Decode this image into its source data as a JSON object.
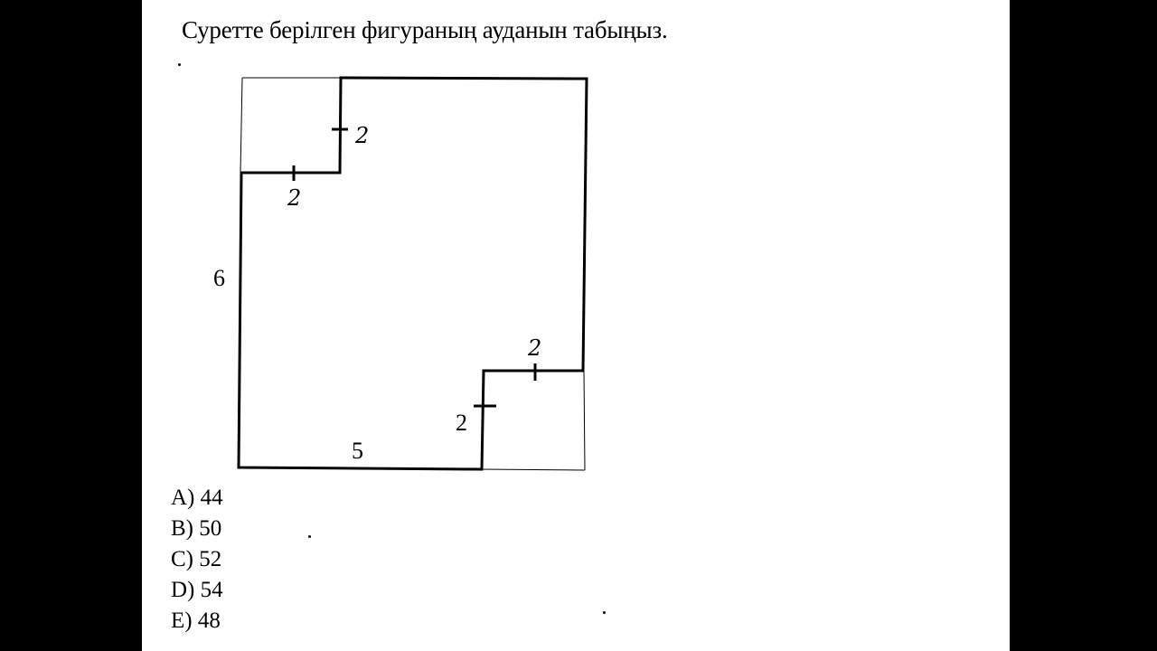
{
  "question": "Суретте берілген фигураның ауданын табыңыз.",
  "figure": {
    "labels": {
      "left_side": "6",
      "bottom_side": "5",
      "lower_step_vertical": "2",
      "lower_step_horizontal": "2",
      "upper_step_vertical": "2",
      "upper_step_horizontal": "2"
    }
  },
  "answers": [
    "A) 44",
    "B) 50",
    "C) 52",
    "D) 54",
    "E) 48"
  ]
}
